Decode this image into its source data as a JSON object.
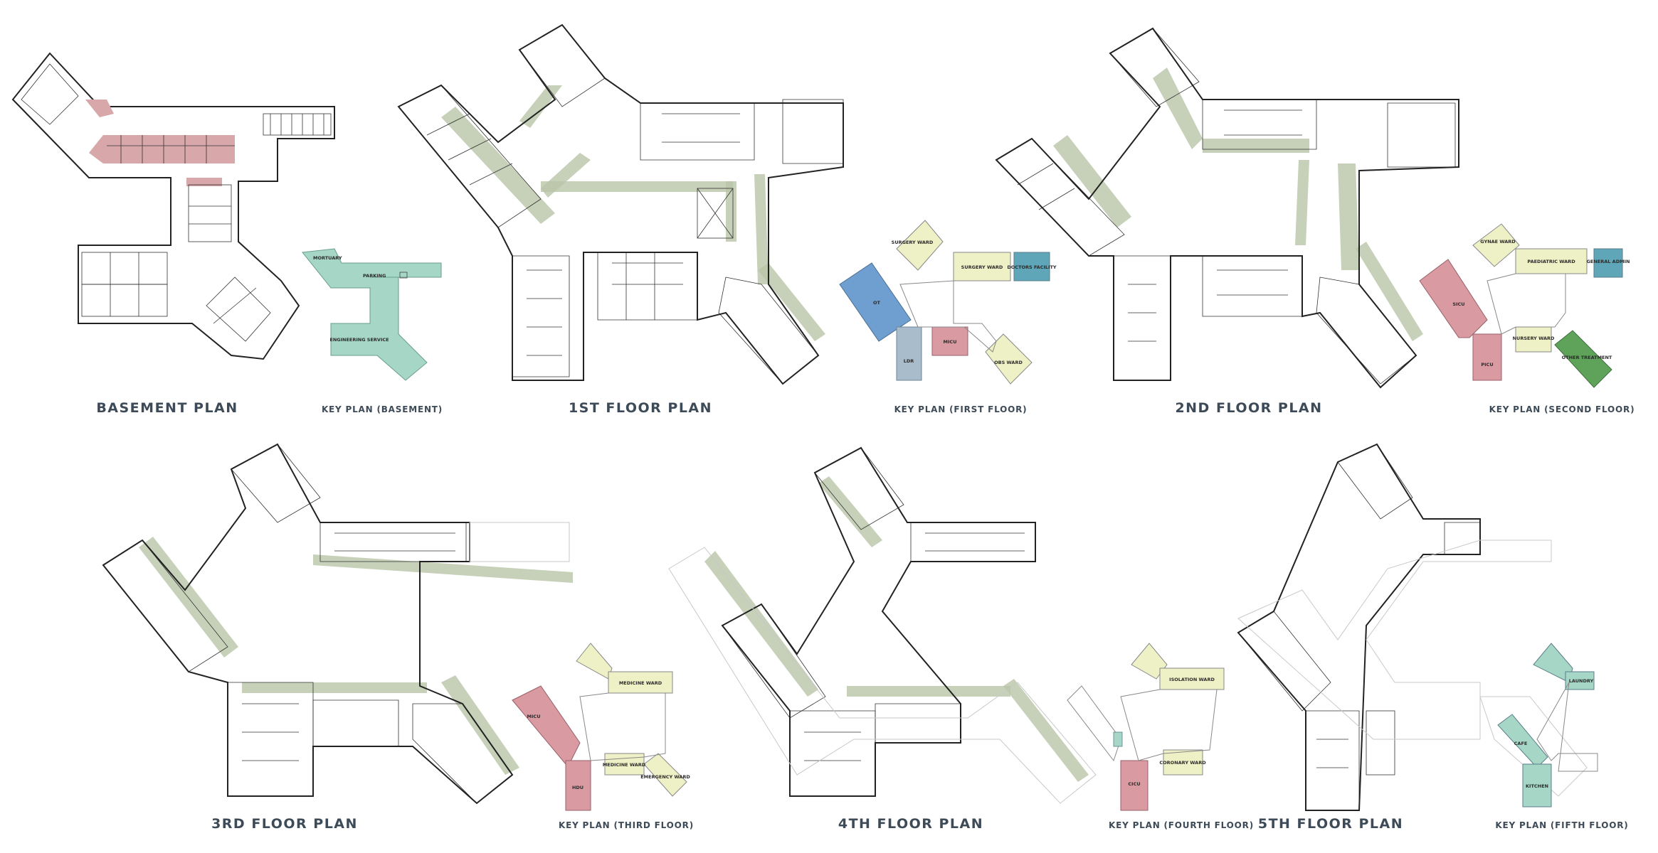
{
  "plans": [
    {
      "id": "basement",
      "title": "BASEMENT PLAN"
    },
    {
      "id": "first",
      "title": "1ST FLOOR PLAN"
    },
    {
      "id": "second",
      "title": "2ND FLOOR PLAN"
    },
    {
      "id": "third",
      "title": "3RD FLOOR PLAN"
    },
    {
      "id": "fourth",
      "title": "4TH FLOOR PLAN"
    },
    {
      "id": "fifth",
      "title": "5TH FLOOR PLAN"
    }
  ],
  "key_plans": [
    {
      "id": "basement",
      "title": "KEY PLAN (BASEMENT)",
      "zones": [
        {
          "label": "MORTUARY",
          "color": "#a6d6c5"
        },
        {
          "label": "PARKING",
          "color": "#a6d6c5"
        },
        {
          "label": "ENGINEERING SERVICE",
          "color": "#a6d6c5"
        }
      ]
    },
    {
      "id": "first",
      "title": "KEY PLAN (FIRST FLOOR)",
      "zones": [
        {
          "label": "SURGERY WARD",
          "color": "#eef0c6"
        },
        {
          "label": "SURGERY WARD",
          "color": "#eef0c6"
        },
        {
          "label": "DOCTORS FACILITY",
          "color": "#5fa6b8"
        },
        {
          "label": "OT",
          "color": "#6f9fd1"
        },
        {
          "label": "MICU",
          "color": "#d99aa2"
        },
        {
          "label": "LDR",
          "color": "#a9bccb"
        },
        {
          "label": "OBS WARD",
          "color": "#eef0c6"
        }
      ]
    },
    {
      "id": "second",
      "title": "KEY PLAN (SECOND FLOOR)",
      "zones": [
        {
          "label": "GYNAE WARD",
          "color": "#eef0c6"
        },
        {
          "label": "PAEDIATRIC WARD",
          "color": "#eef0c6"
        },
        {
          "label": "GENERAL ADMIN",
          "color": "#5fa6b8"
        },
        {
          "label": "SICU",
          "color": "#d99aa2"
        },
        {
          "label": "PICU",
          "color": "#d99aa2"
        },
        {
          "label": "NURSERY WARD",
          "color": "#eef0c6"
        },
        {
          "label": "OTHER TREATMENT",
          "color": "#5fa35a"
        }
      ]
    },
    {
      "id": "third",
      "title": "KEY PLAN (THIRD FLOOR)",
      "zones": [
        {
          "label": "MEDICINE WARD",
          "color": "#eef0c6"
        },
        {
          "label": "MICU",
          "color": "#d99aa2"
        },
        {
          "label": "HDU",
          "color": "#d99aa2"
        },
        {
          "label": "MEDICINE WARD",
          "color": "#eef0c6"
        },
        {
          "label": "EMERGENCY WARD",
          "color": "#eef0c6"
        }
      ]
    },
    {
      "id": "fourth",
      "title": "KEY PLAN (FOURTH FLOOR)",
      "zones": [
        {
          "label": "ISOLATION WARD",
          "color": "#eef0c6"
        },
        {
          "label": "CICU",
          "color": "#d99aa2"
        },
        {
          "label": "CORONARY WARD",
          "color": "#eef0c6"
        }
      ]
    },
    {
      "id": "fifth",
      "title": "KEY PLAN (FIFTH FLOOR)",
      "zones": [
        {
          "label": "LAUNDRY",
          "color": "#a6d6c5"
        },
        {
          "label": "CAFE",
          "color": "#a6d6c5"
        },
        {
          "label": "KITCHEN",
          "color": "#a6d6c5"
        }
      ]
    }
  ]
}
